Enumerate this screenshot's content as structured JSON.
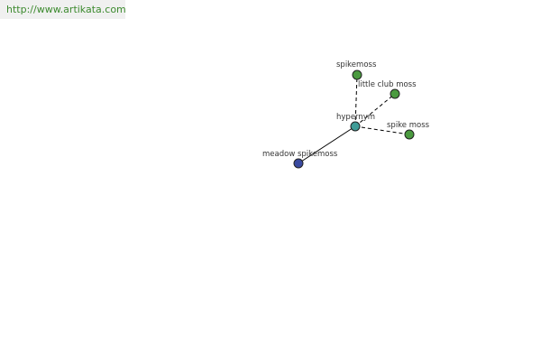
{
  "banner": {
    "url": "http://www.artikata.com"
  },
  "colors": {
    "center_node": "#3f9c97",
    "related_node": "#4a9a3f",
    "hyponym_node": "#3a4aa0",
    "edge": "#000000",
    "banner_text": "#3c8a2e"
  },
  "graph": {
    "nodes": [
      {
        "id": "hypernym",
        "label": "hypernym",
        "kind": "center"
      },
      {
        "id": "spikemoss",
        "label": "spikemoss",
        "kind": "related"
      },
      {
        "id": "little-club-moss",
        "label": "little club moss",
        "kind": "related"
      },
      {
        "id": "spike-moss",
        "label": "spike moss",
        "kind": "related"
      },
      {
        "id": "meadow-spikemoss",
        "label": "meadow spikemoss",
        "kind": "hyponym"
      }
    ],
    "edges": [
      {
        "from": "hypernym",
        "to": "spikemoss",
        "style": "dashed"
      },
      {
        "from": "hypernym",
        "to": "little-club-moss",
        "style": "dashed"
      },
      {
        "from": "hypernym",
        "to": "spike-moss",
        "style": "dashed"
      },
      {
        "from": "hypernym",
        "to": "meadow-spikemoss",
        "style": "solid"
      }
    ]
  }
}
